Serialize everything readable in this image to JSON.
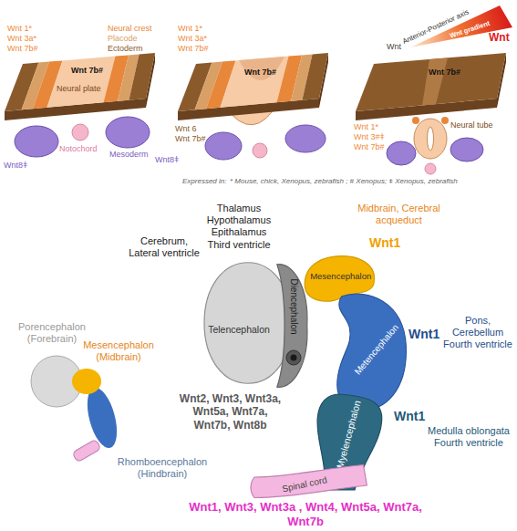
{
  "diagram": {
    "nodes": [
      {
        "text": [
          "Telencephalon"
        ]
      },
      {
        "text": [
          "Diencephalon"
        ]
      },
      {
        "text": [
          "Mesencephalon"
        ]
      },
      {
        "text": [
          "Metencephalon"
        ]
      },
      {
        "text": [
          "Myelencephalon"
        ]
      },
      {
        "text": [
          "Spinal cord"
        ]
      }
    ],
    "labels": [
      "Wnt 1*",
      "Wnt 3a*",
      "Wnt 7b#",
      "Wnt 7b#",
      "Neural crest",
      "Placode",
      "Ectoderm",
      "Neural plate",
      "Notochord",
      "Mesoderm",
      "Wnt8ǂ",
      "Wnt 1*",
      "Wnt 3a*",
      "Wnt 7b#",
      "Wnt 6",
      "Wnt 7b#",
      "Wnt 7b#",
      "Wnt8ǂ",
      "Anterior-Posterior axis",
      "Wnt gradient",
      "Wnt",
      "Wnt",
      "Wnt 7b#",
      "Wnt 1*",
      "Wnt 3#ǂ",
      "Wnt 7b#",
      "Neural tube",
      "Expressed in:",
      "* Mouse, chick, Xenopus, zebrafish ; # Xenopus; ǂ Xenopus, zebrafish",
      "Thalamus Hypothalamus Epithalamus Third ventricle",
      "Midbrain, Cerebral acqueduct",
      "Cerebrum, Lateral ventricle",
      "Wnt1",
      "Wnt1",
      "Pons, Cerebellum Fourth ventricle",
      "Wnt1",
      "Medulla oblongata Fourth ventricle",
      "Porencephalon (Forebrain)",
      "Mesencephalon (Midbrain)",
      "Rhomboencephalon (Hindbrain)",
      "Wnt2, Wnt3, Wnt3a, Wnt5a, Wnt7a, Wnt7b, Wnt8b",
      "Wnt1, Wnt3, Wnt3a , Wnt4, Wnt5a, Wnt7a, Wnt7b"
    ]
  }
}
